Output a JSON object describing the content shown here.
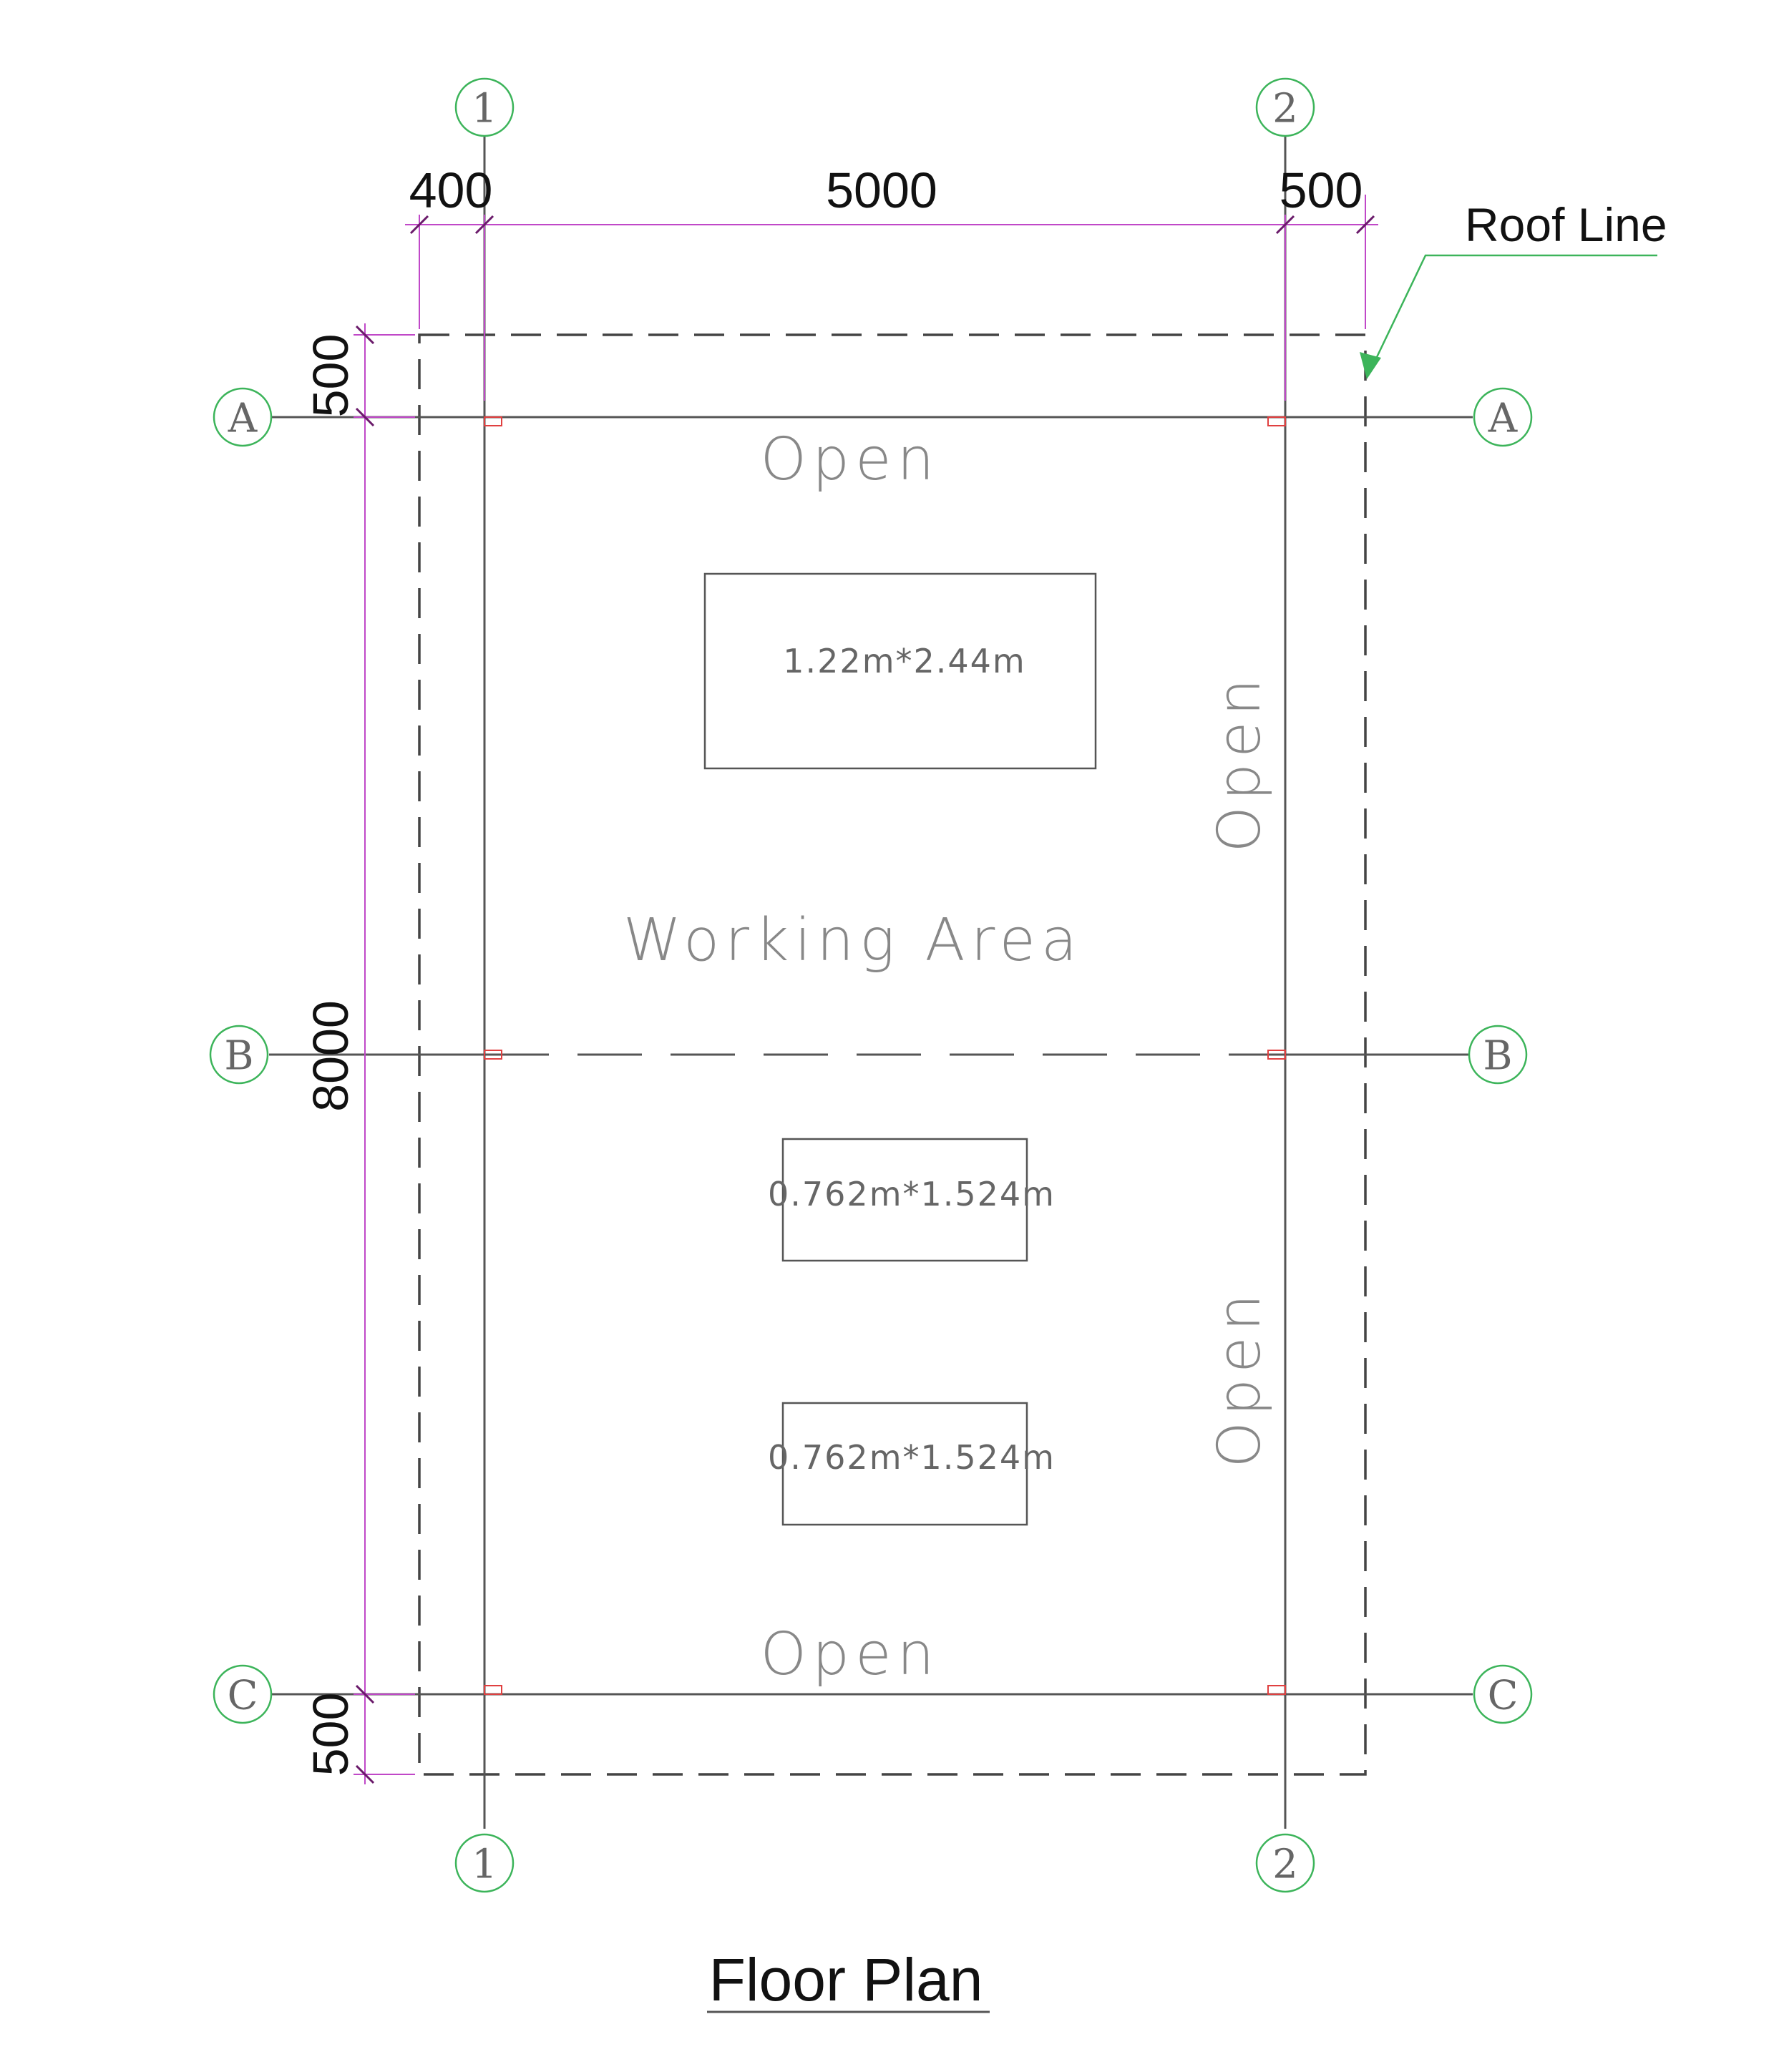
{
  "title": "Floor Plan",
  "roof_label": "Roof Line",
  "grid": {
    "columns": [
      "1",
      "2"
    ],
    "rows": [
      "A",
      "B",
      "C"
    ]
  },
  "dimensions": {
    "top": [
      "400",
      "5000",
      "500"
    ],
    "left": [
      "500",
      "8000",
      "500"
    ]
  },
  "labels": {
    "open": "Open",
    "working_area": "Working Area"
  },
  "tables": [
    {
      "size": "1.22m*2.44m"
    },
    {
      "size": "0.762m*1.524m"
    },
    {
      "size": "0.762m*1.524m"
    }
  ],
  "colors": {
    "bubble": "#3cb45a",
    "dimension": "#c048c8",
    "column_marker": "#e04040"
  }
}
